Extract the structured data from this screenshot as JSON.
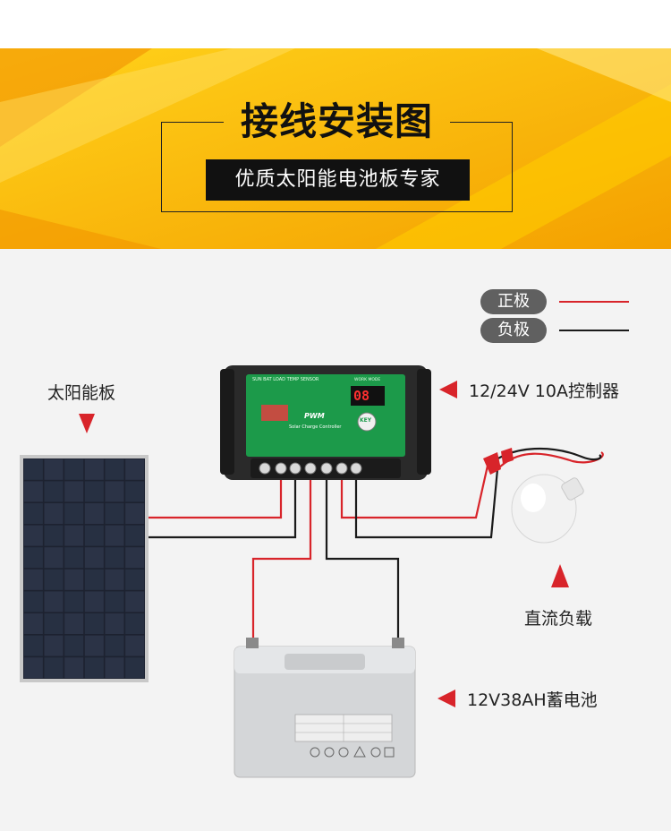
{
  "header": {
    "title": "接线安装图",
    "subtitle": "优质太阳能电池板专家"
  },
  "legend": {
    "positive": {
      "label": "正极",
      "color": "#d8242a"
    },
    "negative": {
      "label": "负极",
      "color": "#1a1a1a"
    }
  },
  "components": {
    "solar_panel": "太阳能板",
    "controller": "12/24V 10A控制器",
    "load": "直流负载",
    "battery": "12V38AH蓄电池"
  },
  "controller_panel": {
    "indicators": "SUN   BAT   LOAD  TEMP SENSOR",
    "mode": "WORK MODE",
    "display": "08",
    "pwm": "PWM",
    "name": "Solar Charge Controller",
    "key": "KEY"
  },
  "colors": {
    "banner_yellow": "#f7b500",
    "controller_green": "#1c9a4a",
    "accent_red": "#d8242a"
  }
}
